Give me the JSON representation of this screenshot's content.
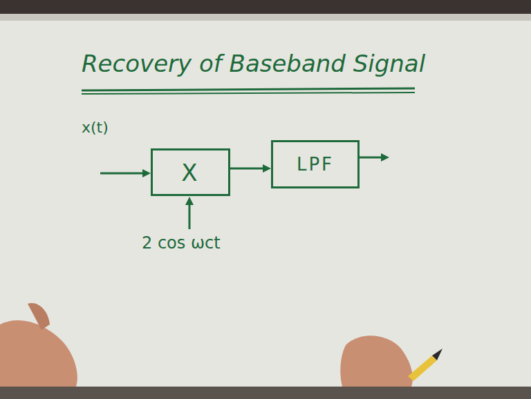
{
  "diagram": {
    "title": "Recovery of Baseband Signal",
    "nodes": [
      {
        "text": [
          "X"
        ]
      },
      {
        "text": [
          "LPF"
        ]
      }
    ],
    "edges": [
      {
        "from": 0,
        "to": 1,
        "arrow": "to"
      }
    ],
    "labels": [
      "x(t)",
      "2 cos ωct"
    ]
  }
}
